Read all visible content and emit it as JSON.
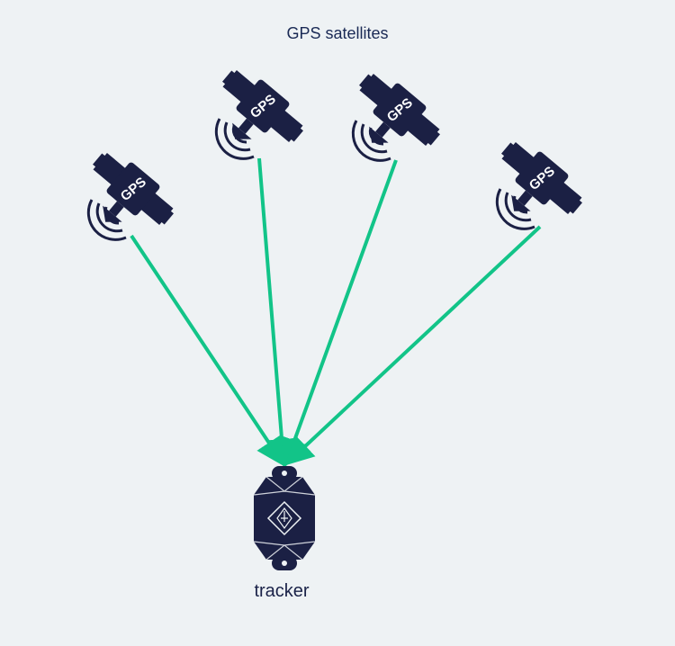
{
  "title": "GPS satellites",
  "tracker": {
    "label": "tracker"
  },
  "satellites": [
    {
      "label": "GPS"
    },
    {
      "label": "GPS"
    },
    {
      "label": "GPS"
    },
    {
      "label": "GPS"
    }
  ],
  "colors": {
    "background": "#eef2f4",
    "satellite": "#1b2044",
    "signal_line": "#12c488",
    "tracker_body": "#1b2044",
    "title_text": "#1a2a55"
  },
  "icons": {
    "satellite": "satellite-icon",
    "tracker": "tracker-icon",
    "signal": "signal-waves-icon"
  }
}
